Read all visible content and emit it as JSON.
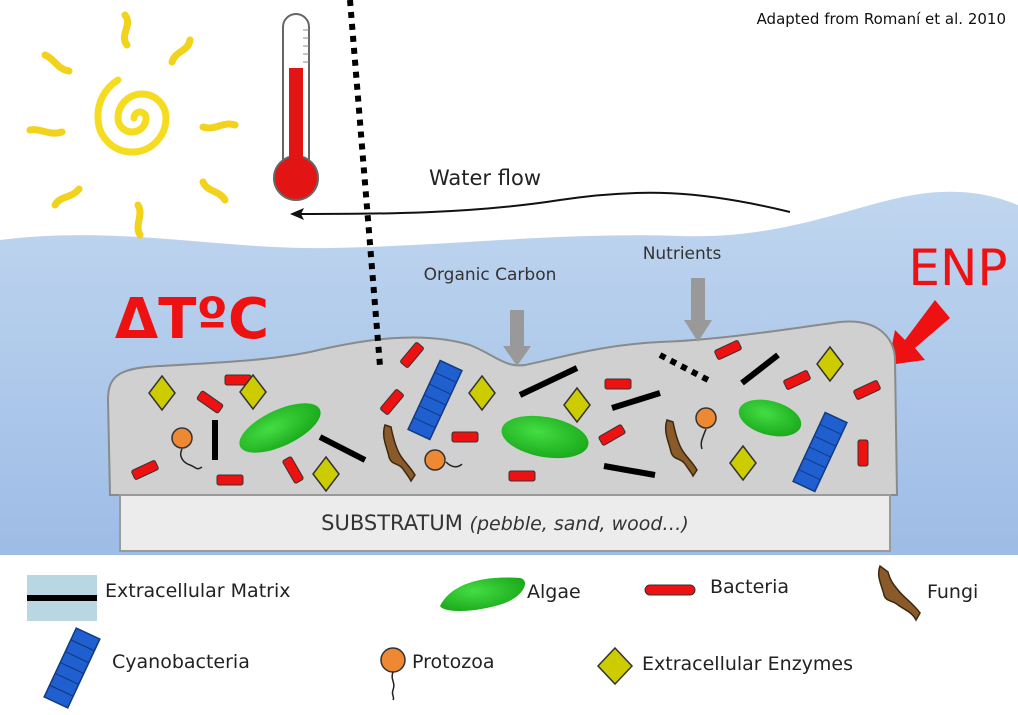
{
  "credit": "Adapted from Romaní et al. 2010",
  "labels": {
    "water_flow": "Water flow",
    "organic_carbon": "Organic Carbon",
    "nutrients": "Nutrients",
    "enp": "ENP",
    "delta_temp": "ΔTºC",
    "substratum": "SUBSTRATUM",
    "substratum_note": "(pebble, sand, wood…)"
  },
  "legend": [
    {
      "label": "Extracellular Matrix",
      "icon": "matrix-icon"
    },
    {
      "label": "Algae",
      "icon": "algae-icon"
    },
    {
      "label": "Bacteria",
      "icon": "bacteria-icon"
    },
    {
      "label": "Fungi",
      "icon": "fungi-icon"
    },
    {
      "label": "Cyanobacteria",
      "icon": "cyanobacteria-icon"
    },
    {
      "label": "Protozoa",
      "icon": "protozoa-icon"
    },
    {
      "label": "Extracellular Enzymes",
      "icon": "enzyme-icon"
    }
  ],
  "colors": {
    "water": "#a9c6ea",
    "biofilm": "#d0d0d0",
    "substratum": "#ececec",
    "accent_red": "#ee1111",
    "bacteria": "#ee1111",
    "algae": "#22bb22",
    "cyanobacteria": "#1f5fd0",
    "protozoa": "#ee8833",
    "fungi": "#8b5a2b",
    "enzyme": "#cccc00"
  }
}
